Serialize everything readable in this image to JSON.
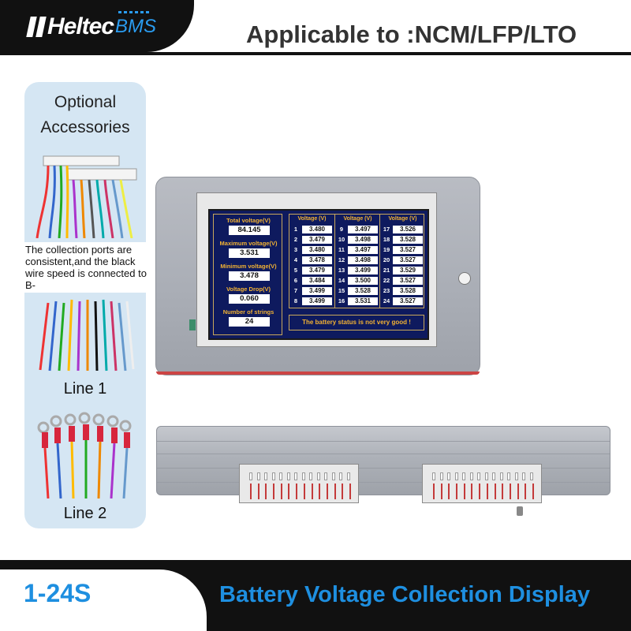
{
  "brand": {
    "strong": "Heltec",
    "light": "BMS"
  },
  "header": {
    "applicable": "Applicable to :NCM/LFP/LTO"
  },
  "accessories": {
    "title": "Optional Accessories",
    "note": "The collection ports are consistent,and the black wire speed is connected to B-",
    "line1": "Line 1",
    "line2": "Line 2"
  },
  "screen": {
    "stats": [
      {
        "label": "Total voltage(V)",
        "value": "84.145"
      },
      {
        "label": "Maximum voltage(V)",
        "value": "3.531"
      },
      {
        "label": "Minimum voltage(V)",
        "value": "3.478"
      },
      {
        "label": "Voltage Drop(V)",
        "value": "0.060"
      },
      {
        "label": "Number of strings",
        "value": "24"
      }
    ],
    "column_header": "Voltage (V)",
    "cells": [
      {
        "n": "1",
        "v": "3.480"
      },
      {
        "n": "2",
        "v": "3.479"
      },
      {
        "n": "3",
        "v": "3.480"
      },
      {
        "n": "4",
        "v": "3.478"
      },
      {
        "n": "5",
        "v": "3.479"
      },
      {
        "n": "6",
        "v": "3.484"
      },
      {
        "n": "7",
        "v": "3.499"
      },
      {
        "n": "8",
        "v": "3.499"
      },
      {
        "n": "9",
        "v": "3.497"
      },
      {
        "n": "10",
        "v": "3.498"
      },
      {
        "n": "11",
        "v": "3.497"
      },
      {
        "n": "12",
        "v": "3.498"
      },
      {
        "n": "13",
        "v": "3.499"
      },
      {
        "n": "14",
        "v": "3.500"
      },
      {
        "n": "15",
        "v": "3.528"
      },
      {
        "n": "16",
        "v": "3.531"
      },
      {
        "n": "17",
        "v": "3.526"
      },
      {
        "n": "18",
        "v": "3.528"
      },
      {
        "n": "19",
        "v": "3.527"
      },
      {
        "n": "20",
        "v": "3.527"
      },
      {
        "n": "21",
        "v": "3.529"
      },
      {
        "n": "22",
        "v": "3.527"
      },
      {
        "n": "23",
        "v": "3.528"
      },
      {
        "n": "24",
        "v": "3.527"
      }
    ],
    "status": "The battery status is not very good !"
  },
  "footer": {
    "range": "1-24S",
    "title": "Battery Voltage Collection Display"
  },
  "colors": {
    "accent": "#1e8fe0",
    "screen_bg": "#0e1a5e",
    "label_gold": "#f2b233"
  }
}
